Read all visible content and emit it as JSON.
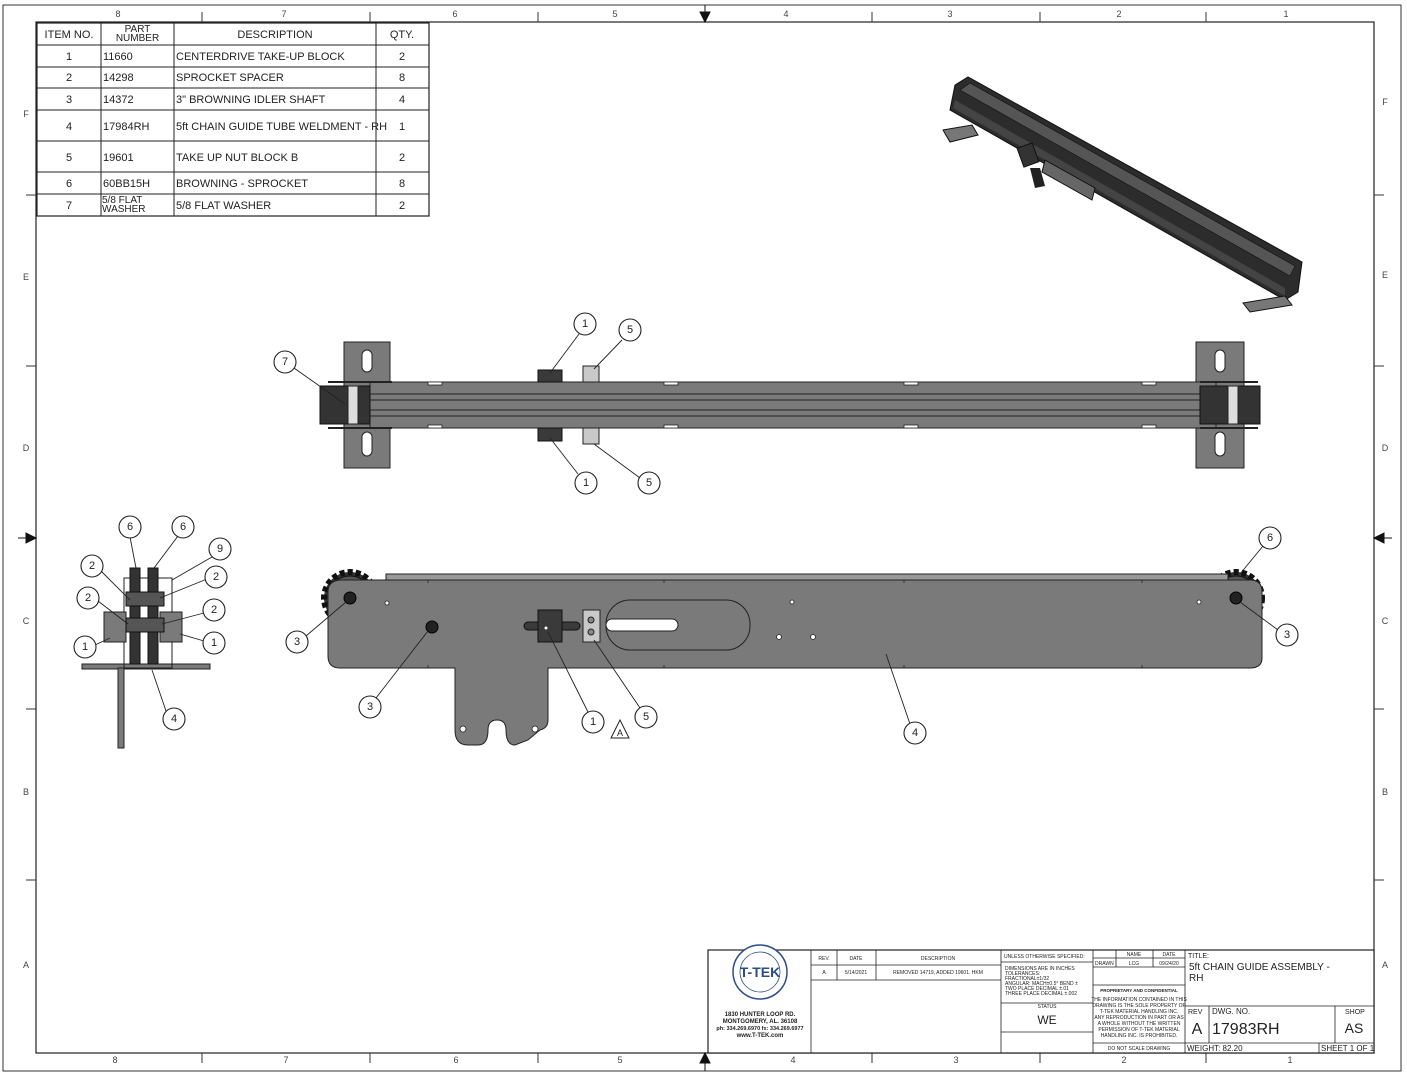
{
  "bom": {
    "headers": {
      "item": "ITEM NO.",
      "part": "PART NUMBER",
      "desc": "DESCRIPTION",
      "qty": "QTY."
    },
    "rows": [
      {
        "item": "1",
        "part": "11660",
        "desc": "CENTERDRIVE TAKE-UP BLOCK",
        "qty": "2"
      },
      {
        "item": "2",
        "part": "14298",
        "desc": "SPROCKET SPACER",
        "qty": "8"
      },
      {
        "item": "3",
        "part": "14372",
        "desc": "3\" BROWNING IDLER SHAFT",
        "qty": "4"
      },
      {
        "item": "4",
        "part": "17984RH",
        "desc": "5ft CHAIN GUIDE TUBE WELDMENT - RH",
        "qty": "1"
      },
      {
        "item": "5",
        "part": "19601",
        "desc": "TAKE UP NUT BLOCK B",
        "qty": "2"
      },
      {
        "item": "6",
        "part": "60BB15H",
        "desc": "BROWNING - SPROCKET",
        "qty": "8"
      },
      {
        "item": "7",
        "part": "5/8 FLAT WASHER",
        "desc": "5/8 FLAT WASHER",
        "qty": "2"
      }
    ]
  },
  "zones": {
    "cols": [
      "8",
      "7",
      "6",
      "5",
      "4",
      "3",
      "2",
      "1"
    ],
    "rows": [
      "F",
      "E",
      "D",
      "C",
      "B",
      "A"
    ]
  },
  "balloons": {
    "top_view": [
      "7",
      "1",
      "5",
      "1",
      "5"
    ],
    "end_view": [
      "6",
      "6",
      "9",
      "2",
      "2",
      "2",
      "2",
      "1",
      "1",
      "4"
    ],
    "side_view": [
      "6",
      "3",
      "3",
      "3",
      "1",
      "5",
      "4"
    ],
    "revision_flag": "A"
  },
  "title_block": {
    "company_logo_text": "T-TEK",
    "address_1": "1830 HUNTER LOOP RD.",
    "address_2": "MONTGOMERY, AL. 36108",
    "phone": "ph: 334.269.6970 fx: 334.269.6977",
    "web": "www.T-TEK.com",
    "rev_header": "REV.",
    "date_header": "DATE",
    "desc_header": "DESCRIPTION",
    "rev_value": "A",
    "rev_date": "5/14/2021",
    "rev_desc": "REMOVED 14719, ADDED 19601. HKM",
    "unless": "UNLESS OTHERWISE SPECIFIED:",
    "tolerances": [
      "DIMENSIONS ARE IN INCHES",
      "TOLERANCES:",
      "FRACTIONAL±1/32",
      "ANGULAR: MACH±0.5° BEND ±",
      "TWO PLACE DECIMAL  ±.01",
      "THREE PLACE DECIMAL  ±.002"
    ],
    "status_label": "STATUS",
    "status_value": "WE",
    "name_header": "NAME",
    "date2_header": "DATE",
    "drawn_label": "DRAWN",
    "drawn_name": "LCG",
    "drawn_date": "09/24/20",
    "prop_title": "PROPRIETARY AND CONFIDENTIAL",
    "prop_text": [
      "THE INFORMATION CONTAINED IN THIS",
      "DRAWING IS THE SOLE PROPERTY OF",
      "T-TEK MATERIAL HANDLING INC.",
      "ANY REPRODUCTION IN PART OR AS",
      "A WHOLE WITHOUT THE WRITTEN",
      "PERMISSION OF T-TEK MATERIAL",
      "HANDLING INC. IS PROHIBITED."
    ],
    "no_scale": "DO NOT SCALE DRAWING",
    "title_label": "TITLE:",
    "title_line1": "5ft CHAIN GUIDE ASSEMBLY -",
    "title_line2": "RH",
    "rev_label": "REV",
    "rev_big": "A",
    "dwg_label": "DWG.  NO.",
    "dwg_no": "17983RH",
    "shop_label": "SHOP",
    "shop_value": "AS",
    "weight": "WEIGHT: 82.20",
    "sheet": "SHEET 1 OF 1"
  }
}
